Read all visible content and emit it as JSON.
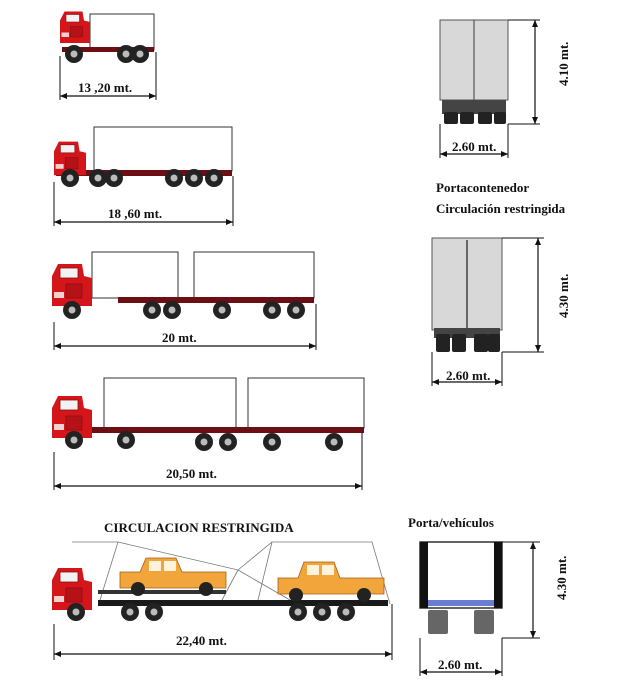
{
  "labels": {
    "truck1_length": "13 ,20 mt.",
    "truck2_length": "18 ,60 mt.",
    "truck3_length": "20 mt.",
    "truck4_length": "20,50 mt.",
    "truck5_length": "22,40 mt.",
    "rear1_height": "4.10 mt.",
    "rear1_width": "2.60 mt.",
    "rear2_height": "4.30 mt.",
    "rear2_width": "2.60 mt.",
    "rear3_height": "4.30 mt.",
    "rear3_width": "2.60 mt."
  },
  "headings": {
    "portacontenedor": "Portacontenedor",
    "circulacion_restringida_1": "Circulación restringida",
    "circulacion_restringida_2": "CIRCULACION RESTRINGIDA",
    "porta_vehiculos": "Porta/vehículos"
  },
  "colors": {
    "cab": "#d4161b",
    "chassis": "#6b0f14",
    "pickup": "#f2a53a",
    "container_rear": "#d8d8d8"
  }
}
